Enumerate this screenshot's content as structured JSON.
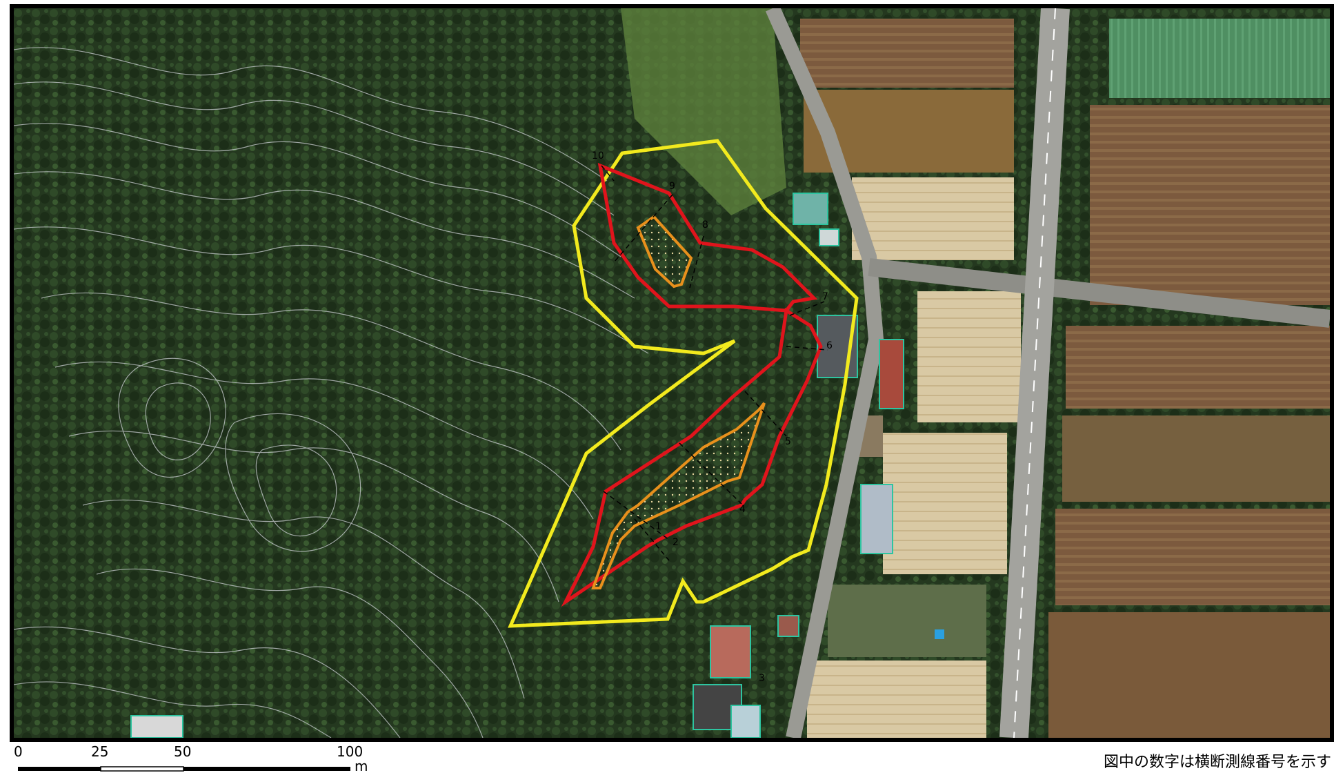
{
  "caption": "図中の数字は横断測線番号を示す",
  "scale_bar": {
    "ticks": [
      "0",
      "25",
      "50",
      "100"
    ],
    "unit": "m"
  },
  "transect_labels": [
    "1",
    "2",
    "3",
    "4",
    "5",
    "6",
    "7",
    "8",
    "9",
    "10"
  ],
  "colors": {
    "outer_boundary": "#f2ea1e",
    "red_boundary": "#e0141c",
    "orange_zone": "#e8901c",
    "transect_line": "#000000",
    "forest": "#24381f",
    "road": "#9a9a94",
    "field_red": "#9a5a3c",
    "field_green": "#4f8f62"
  },
  "icons": {
    "map": "aerial-photo-map",
    "contours": "contour-lines"
  }
}
